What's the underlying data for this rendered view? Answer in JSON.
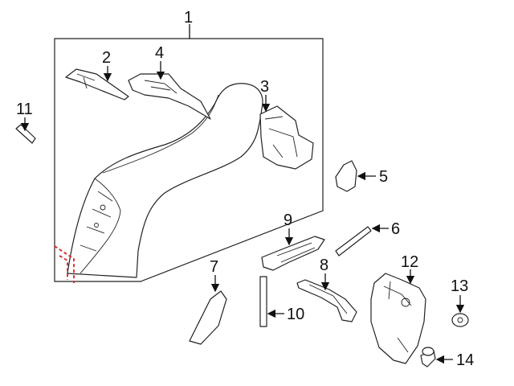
{
  "callouts": [
    {
      "id": "1",
      "text": "1"
    },
    {
      "id": "2",
      "text": "2"
    },
    {
      "id": "3",
      "text": "3"
    },
    {
      "id": "4",
      "text": "4"
    },
    {
      "id": "5",
      "text": "5"
    },
    {
      "id": "6",
      "text": "6"
    },
    {
      "id": "7",
      "text": "7"
    },
    {
      "id": "8",
      "text": "8"
    },
    {
      "id": "9",
      "text": "9"
    },
    {
      "id": "10",
      "text": "10"
    },
    {
      "id": "11",
      "text": "11"
    },
    {
      "id": "12",
      "text": "12"
    },
    {
      "id": "13",
      "text": "13"
    },
    {
      "id": "14",
      "text": "14"
    }
  ],
  "colors": {
    "line": "#222222",
    "highlight": "#e02020"
  }
}
